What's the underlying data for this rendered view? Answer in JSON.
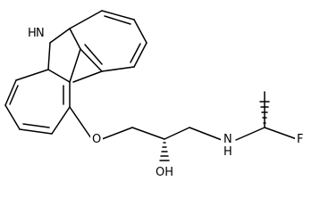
{
  "atoms": {
    "nh": "H",
    "nn": "N",
    "o_ether": "O",
    "oh": "OH",
    "amine_n": "N",
    "amine_h": "H",
    "fluorine": "F"
  }
}
